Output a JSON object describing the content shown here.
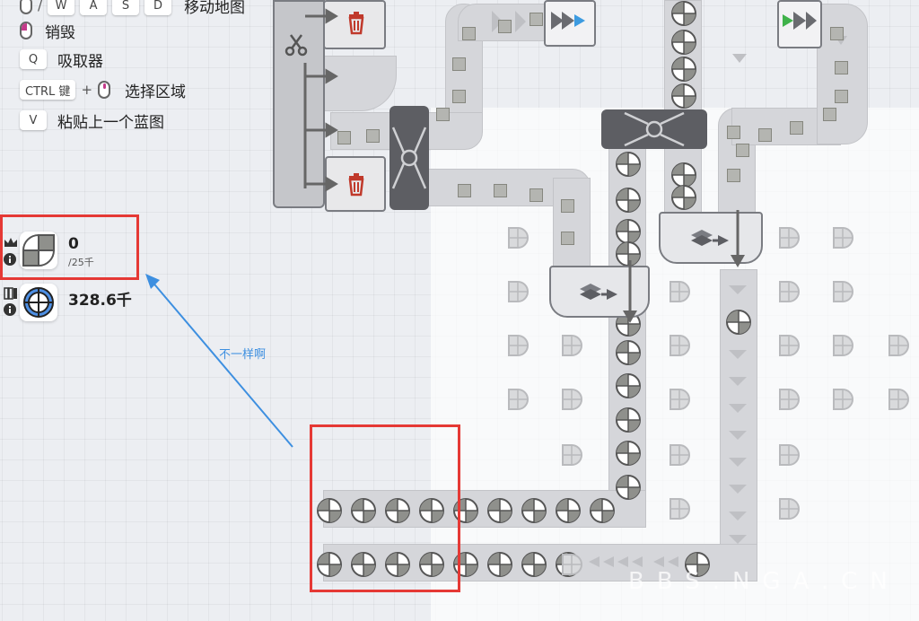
{
  "hotkeys": {
    "move_keys": [
      "W",
      "A",
      "S",
      "D"
    ],
    "move_sep": "/",
    "move_label": "移动地图",
    "destroy_label": "销毁",
    "picker_key": "Q",
    "picker_label": "吸取器",
    "select_key": "CTRL 键",
    "select_plus": "+",
    "select_label": "选择区域",
    "paste_key": "V",
    "paste_label": "粘贴上一个蓝图"
  },
  "resources": {
    "goal_value": "0",
    "goal_target": "/25千",
    "stored_value": "328.6千"
  },
  "annotation": {
    "text": "不一样啊",
    "arrow_color": "#3d8fe0",
    "box_color": "#e53935"
  },
  "watermark": "BBS.NGA.CN",
  "colors": {
    "background": "#eceef2",
    "belt": "#d5d6da",
    "machine": "#cbccd0",
    "dark_machine": "#5d5e63",
    "trash_red": "#c0392b"
  }
}
